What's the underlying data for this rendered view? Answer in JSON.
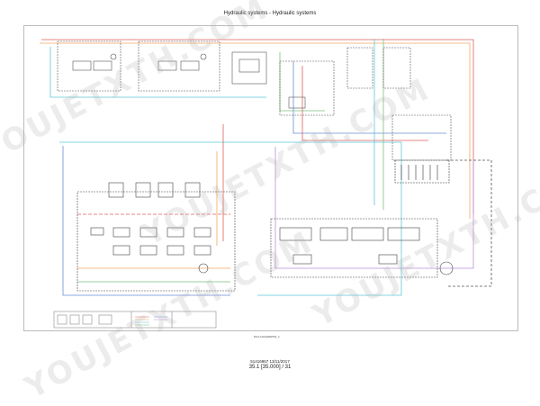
{
  "header": {
    "title": "Hydraulic systems - Hydraulic systems"
  },
  "footer": {
    "code": "51416967 13/11/2017",
    "page": "35.1 [35.000] / 31",
    "drawing_no": "RAIL14HGEB0563_4"
  },
  "watermark": {
    "text": "YOUJETXTH.COM"
  },
  "colors": {
    "frame": "#bbbbbb",
    "line_red": "#e06060",
    "line_orange": "#f0a860",
    "line_cyan": "#5cc8d8",
    "line_blue": "#6a8fd8",
    "line_purple": "#b890d8",
    "line_green": "#7cc07c",
    "line_gray": "#555555"
  },
  "icons": [
    "hydraulic-pump-symbol",
    "valve-block-symbol",
    "cylinder-symbol",
    "filter-symbol",
    "motor-symbol"
  ]
}
